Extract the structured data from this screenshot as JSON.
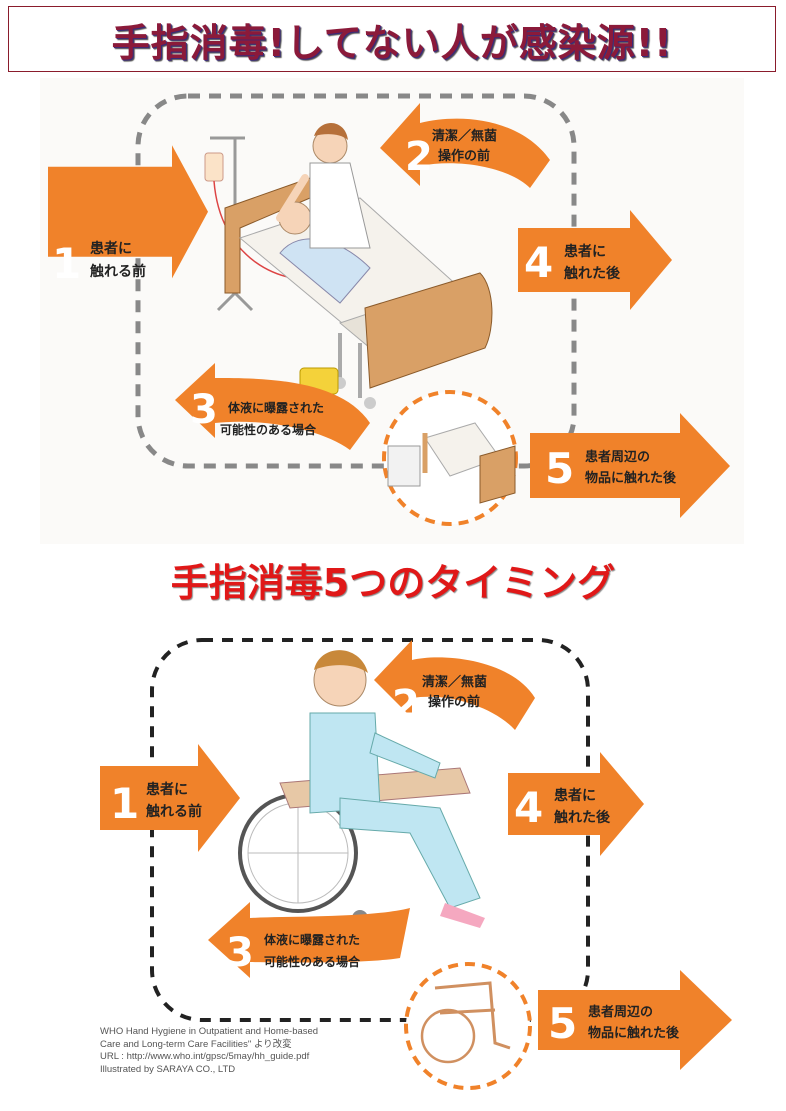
{
  "title": "手指消毒!してない人が感染源!!",
  "subtitle": "手指消毒5つのタイミング",
  "moments_top": [
    {
      "num": "1",
      "line1": "患者に",
      "line2": "触れる前"
    },
    {
      "num": "2",
      "line1": "清潔／無菌",
      "line2": "操作の前"
    },
    {
      "num": "3",
      "line1": "体液に曝露された",
      "line2": "可能性のある場合"
    },
    {
      "num": "4",
      "line1": "患者に",
      "line2": "触れた後"
    },
    {
      "num": "5",
      "line1": "患者周辺の",
      "line2": "物品に触れた後"
    }
  ],
  "moments_bottom": [
    {
      "num": "1",
      "line1": "患者に",
      "line2": "触れる前"
    },
    {
      "num": "2",
      "line1": "清潔／無菌",
      "line2": "操作の前"
    },
    {
      "num": "3",
      "line1": "体液に曝露された",
      "line2": "可能性のある場合"
    },
    {
      "num": "4",
      "line1": "患者に",
      "line2": "触れた後"
    },
    {
      "num": "5",
      "line1": "患者周辺の",
      "line2": "物品に触れた後"
    }
  ],
  "credit": {
    "line1": "WHO Hand Hygiene in Outpatient and Home-based",
    "line2": "Care and Long-term Care Facilities\" より改変",
    "line3": "URL : http://www.who.int/gpsc/5may/hh_guide.pdf",
    "line4": "Illustrated by SARAYA CO., LTD"
  },
  "colors": {
    "arrow": "#f0822a",
    "title": "#8b1a3a",
    "subtitle": "#e01818",
    "dash": "#888888"
  }
}
